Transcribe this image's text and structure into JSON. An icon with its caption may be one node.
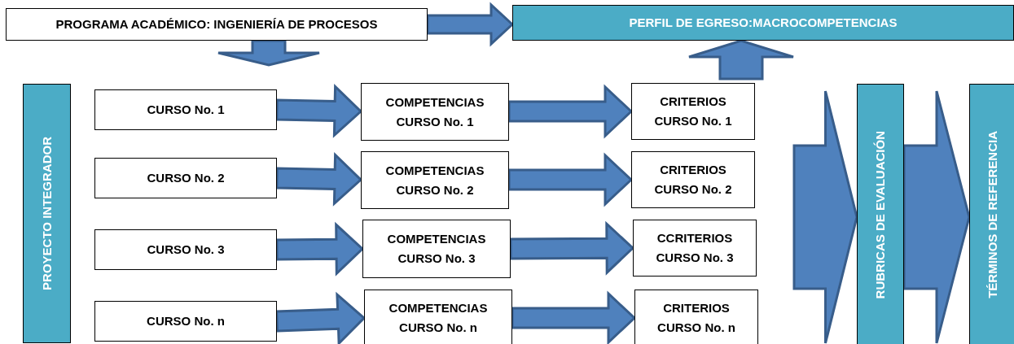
{
  "diagram": {
    "nodes": [
      {
        "text": [
          "PROGRAMA ACADÉMICO: INGENIERÍA DE PROCESOS"
        ]
      },
      {
        "text": [
          "PERFIL DE EGRESO:MACROCOMPETENCIAS"
        ]
      },
      {
        "text": [
          "PROYECTO INTEGRADOR"
        ]
      },
      {
        "text": [
          "CURSO No. 1"
        ]
      },
      {
        "text": [
          "CURSO No. 2"
        ]
      },
      {
        "text": [
          "CURSO No. 3"
        ]
      },
      {
        "text": [
          "CURSO No. n"
        ]
      },
      {
        "text": [
          "COMPETENCIAS CURSO No. 1"
        ]
      },
      {
        "text": [
          "COMPETENCIAS CURSO No. 2"
        ]
      },
      {
        "text": [
          "COMPETENCIAS CURSO No. 3"
        ]
      },
      {
        "text": [
          "COMPETENCIAS CURSO No. n"
        ]
      },
      {
        "text": [
          "CRITERIOS CURSO No. 1"
        ]
      },
      {
        "text": [
          "CRITERIOS CURSO No. 2"
        ]
      },
      {
        "text": [
          "CCRITERIOS CURSO No. 3"
        ]
      },
      {
        "text": [
          "CRITERIOS CURSO No. n"
        ]
      },
      {
        "text": [
          "RUBRICAS DE EVALUACIÓN"
        ]
      },
      {
        "text": [
          "TÉRMINOS DE REFERENCIA"
        ]
      }
    ],
    "edges": [
      {
        "from": 0,
        "to": 1,
        "arrow": "to"
      },
      {
        "from": 0,
        "to": null,
        "arrow": "to"
      },
      {
        "from": null,
        "to": 1,
        "arrow": "to"
      },
      {
        "from": 3,
        "to": 7,
        "arrow": "to"
      },
      {
        "from": 4,
        "to": 8,
        "arrow": "to"
      },
      {
        "from": 5,
        "to": 9,
        "arrow": "to"
      },
      {
        "from": 6,
        "to": 10,
        "arrow": "to"
      },
      {
        "from": 7,
        "to": 11,
        "arrow": "to"
      },
      {
        "from": 8,
        "to": 12,
        "arrow": "to"
      },
      {
        "from": 9,
        "to": 13,
        "arrow": "to"
      },
      {
        "from": 10,
        "to": 14,
        "arrow": "to"
      },
      {
        "from": null,
        "to": 15,
        "arrow": "to"
      },
      {
        "from": 15,
        "to": 16,
        "arrow": "to"
      }
    ]
  }
}
